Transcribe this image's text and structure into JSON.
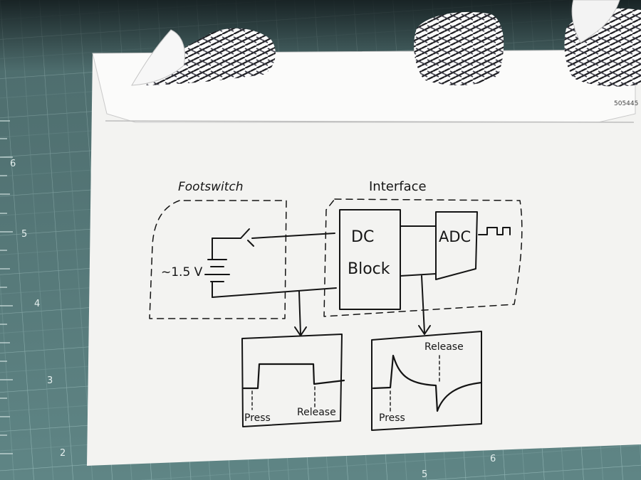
{
  "photo": {
    "envelope_code": "505445",
    "ruler_numbers": [
      "6",
      "5",
      "4",
      "3",
      "2",
      "5",
      "6"
    ],
    "colors": {
      "mat": "#5f8585",
      "paper": "#f3f3f1",
      "ink": "#141414"
    }
  },
  "diagram": {
    "footswitch_label": "Footswitch",
    "interface_label": "Interface",
    "battery_label": "~1.5 V",
    "dc_block_line1": "DC",
    "dc_block_line2": "Block",
    "adc_label": "ADC",
    "left_plot": {
      "press_label": "Press",
      "release_label": "Release"
    },
    "right_plot": {
      "press_label": "Press",
      "release_label": "Release"
    }
  }
}
